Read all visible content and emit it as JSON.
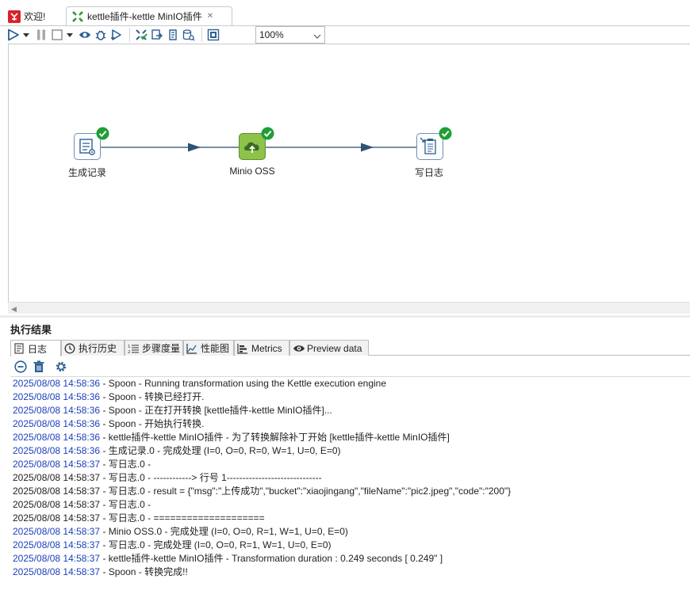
{
  "tabs": {
    "welcome": "欢迎!",
    "transformation": "kettle插件-kettle MinIO插件",
    "close_glyph": "✕"
  },
  "toolbar": {
    "zoom": "100%",
    "icons": [
      "run-icon",
      "run-dropdown-icon",
      "pause-icon",
      "stop-icon",
      "stop-dropdown-icon",
      "preview-icon",
      "debug-icon",
      "replay-icon",
      "verify-icon",
      "impact-icon",
      "sql-icon",
      "explore-db-icon",
      "show-results-icon"
    ]
  },
  "canvas": {
    "steps": [
      {
        "label": "生成记录",
        "icon": "generate-rows-icon",
        "status": "ok"
      },
      {
        "label": "Minio OSS",
        "icon": "minio-cloud-icon",
        "status": "ok"
      },
      {
        "label": "写日志",
        "icon": "write-log-icon",
        "status": "ok"
      }
    ]
  },
  "results": {
    "title": "执行结果",
    "tabs": [
      {
        "label": "日志",
        "icon": "log-icon",
        "active": true
      },
      {
        "label": "执行历史",
        "icon": "history-icon"
      },
      {
        "label": "步骤度量",
        "icon": "step-metrics-icon"
      },
      {
        "label": "性能图",
        "icon": "performance-icon"
      },
      {
        "label": "Metrics",
        "icon": "metrics-icon"
      },
      {
        "label": "Preview data",
        "icon": "eye-icon"
      }
    ],
    "log_tools": [
      "stop-log-icon",
      "clear-log-icon",
      "log-settings-icon"
    ],
    "log": [
      {
        "ts": "2025/08/08 14:58:36",
        "msg": " - Spoon - Running transformation using the Kettle execution engine",
        "blue": true
      },
      {
        "ts": "2025/08/08 14:58:36",
        "msg": " - Spoon - 转换已经打开.",
        "blue": true
      },
      {
        "ts": "2025/08/08 14:58:36",
        "msg": " - Spoon - 正在打开转换 [kettle插件-kettle MinIO插件]...",
        "blue": true
      },
      {
        "ts": "2025/08/08 14:58:36",
        "msg": " - Spoon - 开始执行转换.",
        "blue": true
      },
      {
        "ts": "2025/08/08 14:58:36",
        "msg": " - kettle插件-kettle MinIO插件 - 为了转换解除补丁开始  [kettle插件-kettle MinIO插件]",
        "blue": true
      },
      {
        "ts": "2025/08/08 14:58:36",
        "msg": " - 生成记录.0 - 完成处理 (I=0, O=0, R=0, W=1, U=0, E=0)",
        "blue": true
      },
      {
        "ts": "2025/08/08 14:58:37",
        "msg": " - 写日志.0 - ",
        "blue": true
      },
      {
        "ts": "2025/08/08 14:58:37",
        "msg": " - 写日志.0 - ------------> 行号 1------------------------------",
        "blue": false
      },
      {
        "ts": "2025/08/08 14:58:37",
        "msg": " - 写日志.0 - result = {\"msg\":\"上传成功\",\"bucket\":\"xiaojingang\",\"fileName\":\"pic2.jpeg\",\"code\":\"200\"}",
        "blue": false
      },
      {
        "ts": "2025/08/08 14:58:37",
        "msg": " - 写日志.0 - ",
        "blue": false
      },
      {
        "ts": "2025/08/08 14:58:37",
        "msg": " - 写日志.0 - ====================",
        "blue": false
      },
      {
        "ts": "2025/08/08 14:58:37",
        "msg": " - Minio OSS.0 - 完成处理 (I=0, O=0, R=1, W=1, U=0, E=0)",
        "blue": true
      },
      {
        "ts": "2025/08/08 14:58:37",
        "msg": " - 写日志.0 - 完成处理 (I=0, O=0, R=1, W=1, U=0, E=0)",
        "blue": true
      },
      {
        "ts": "2025/08/08 14:58:37",
        "msg": " - kettle插件-kettle MinIO插件 - Transformation duration : 0.249 seconds [  0.249\" ]",
        "blue": true
      },
      {
        "ts": "2025/08/08 14:58:37",
        "msg": " - Spoon - 转换完成!!",
        "blue": true
      }
    ]
  }
}
